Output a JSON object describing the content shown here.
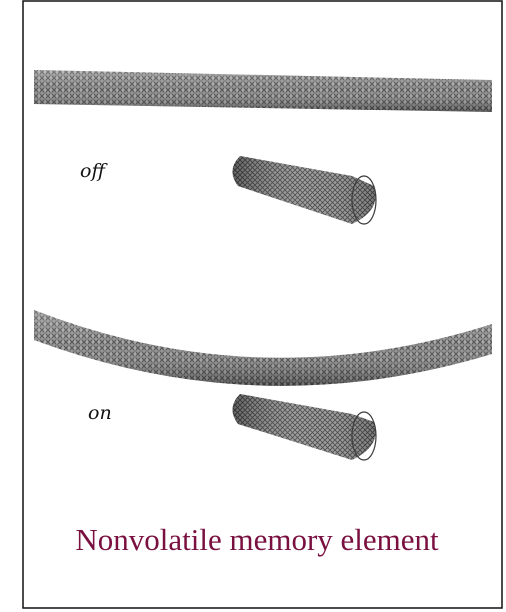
{
  "labels": {
    "off": "off",
    "on": "on"
  },
  "caption": "Nonvolatile memory element",
  "colors": {
    "frame": "#111111",
    "nanotube_dark": "#3c3c3c",
    "nanotube_light": "#b8b8b8",
    "caption": "#7a1040"
  }
}
